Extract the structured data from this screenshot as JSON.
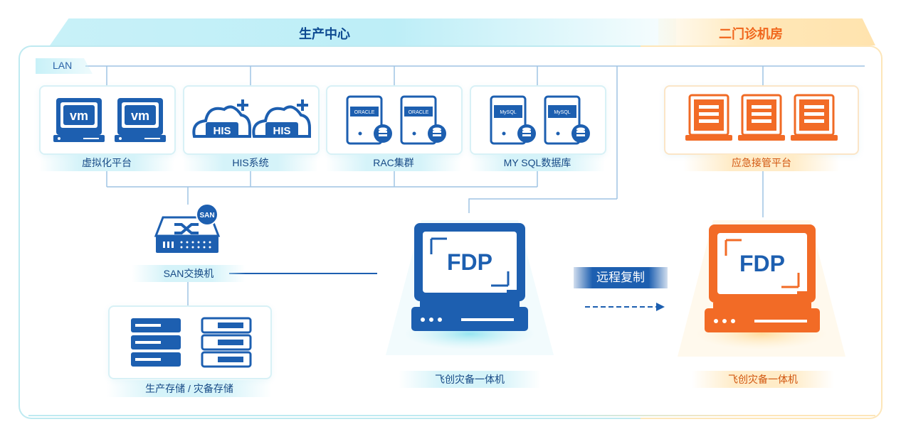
{
  "regions": {
    "production": "生产中心",
    "dr_room": "二门诊机房"
  },
  "lan_label": "LAN",
  "groups": {
    "virtualization": "虚拟化平台",
    "his": "HIS系统",
    "rac": "RAC集群",
    "mysql": "MY SQL数据库",
    "emergency": "应急接管平台"
  },
  "san": {
    "badge": "SAN",
    "label": "SAN交换机"
  },
  "storage_label": "生产存储 / 灾备存储",
  "fdp": {
    "logo": "FDP",
    "local_label": "飞创灾备一体机",
    "remote_label": "飞创灾备一体机"
  },
  "replication_label": "远程复制",
  "icon_text": {
    "vm": "vm",
    "his": "HIS",
    "oracle": "ORACLE",
    "mysql": "MySQL"
  },
  "colors": {
    "brand_blue": "#1d5fb0",
    "dark_blue": "#0d4a91",
    "orange": "#f0661c",
    "line_blue": "#9fc4e4"
  }
}
